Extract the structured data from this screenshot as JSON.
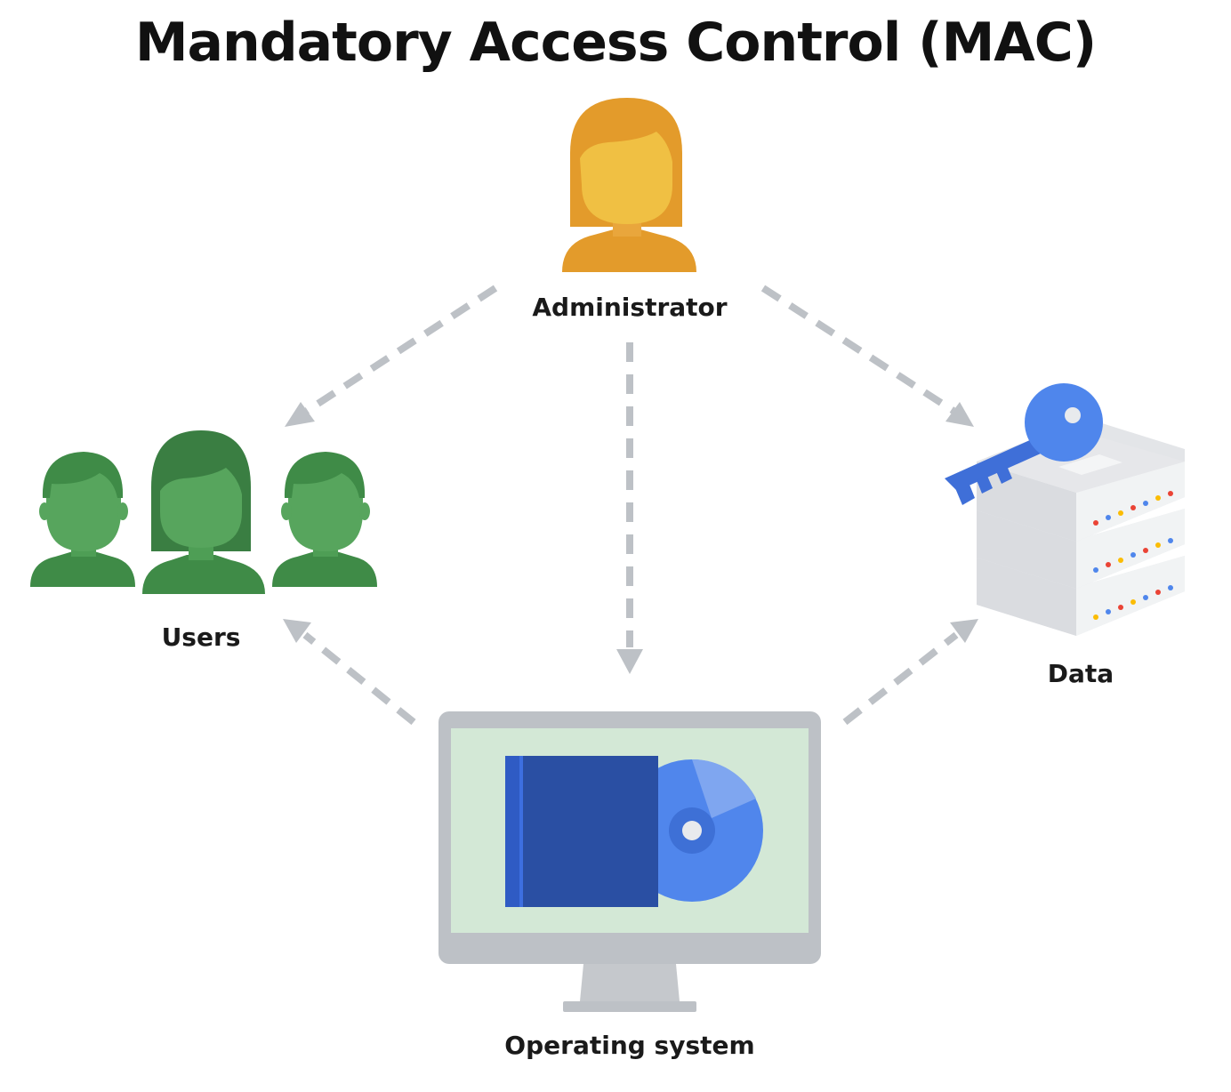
{
  "title": "Mandatory Access Control (MAC)",
  "nodes": {
    "administrator": {
      "label": "Administrator",
      "icon": "administrator-person-icon",
      "color": "#E8A23A"
    },
    "users": {
      "label": "Users",
      "icon": "users-group-icon",
      "color": "#3E8E4A"
    },
    "data": {
      "label": "Data",
      "icon": "server-with-key-icon",
      "key_color": "#4F86EC"
    },
    "os": {
      "label": "Operating system",
      "icon": "computer-monitor-icon",
      "screen_color": "#D3E8D6"
    }
  },
  "connectors": [
    {
      "from": "administrator",
      "to": "users",
      "style": "dashed"
    },
    {
      "from": "administrator",
      "to": "os",
      "style": "dashed"
    },
    {
      "from": "administrator",
      "to": "data",
      "style": "dashed"
    },
    {
      "from": "os",
      "to": "users",
      "style": "dashed"
    },
    {
      "from": "os",
      "to": "data",
      "style": "dashed"
    }
  ],
  "colors": {
    "arrow": "#BDC1C6",
    "text": "#1a1a1a"
  }
}
